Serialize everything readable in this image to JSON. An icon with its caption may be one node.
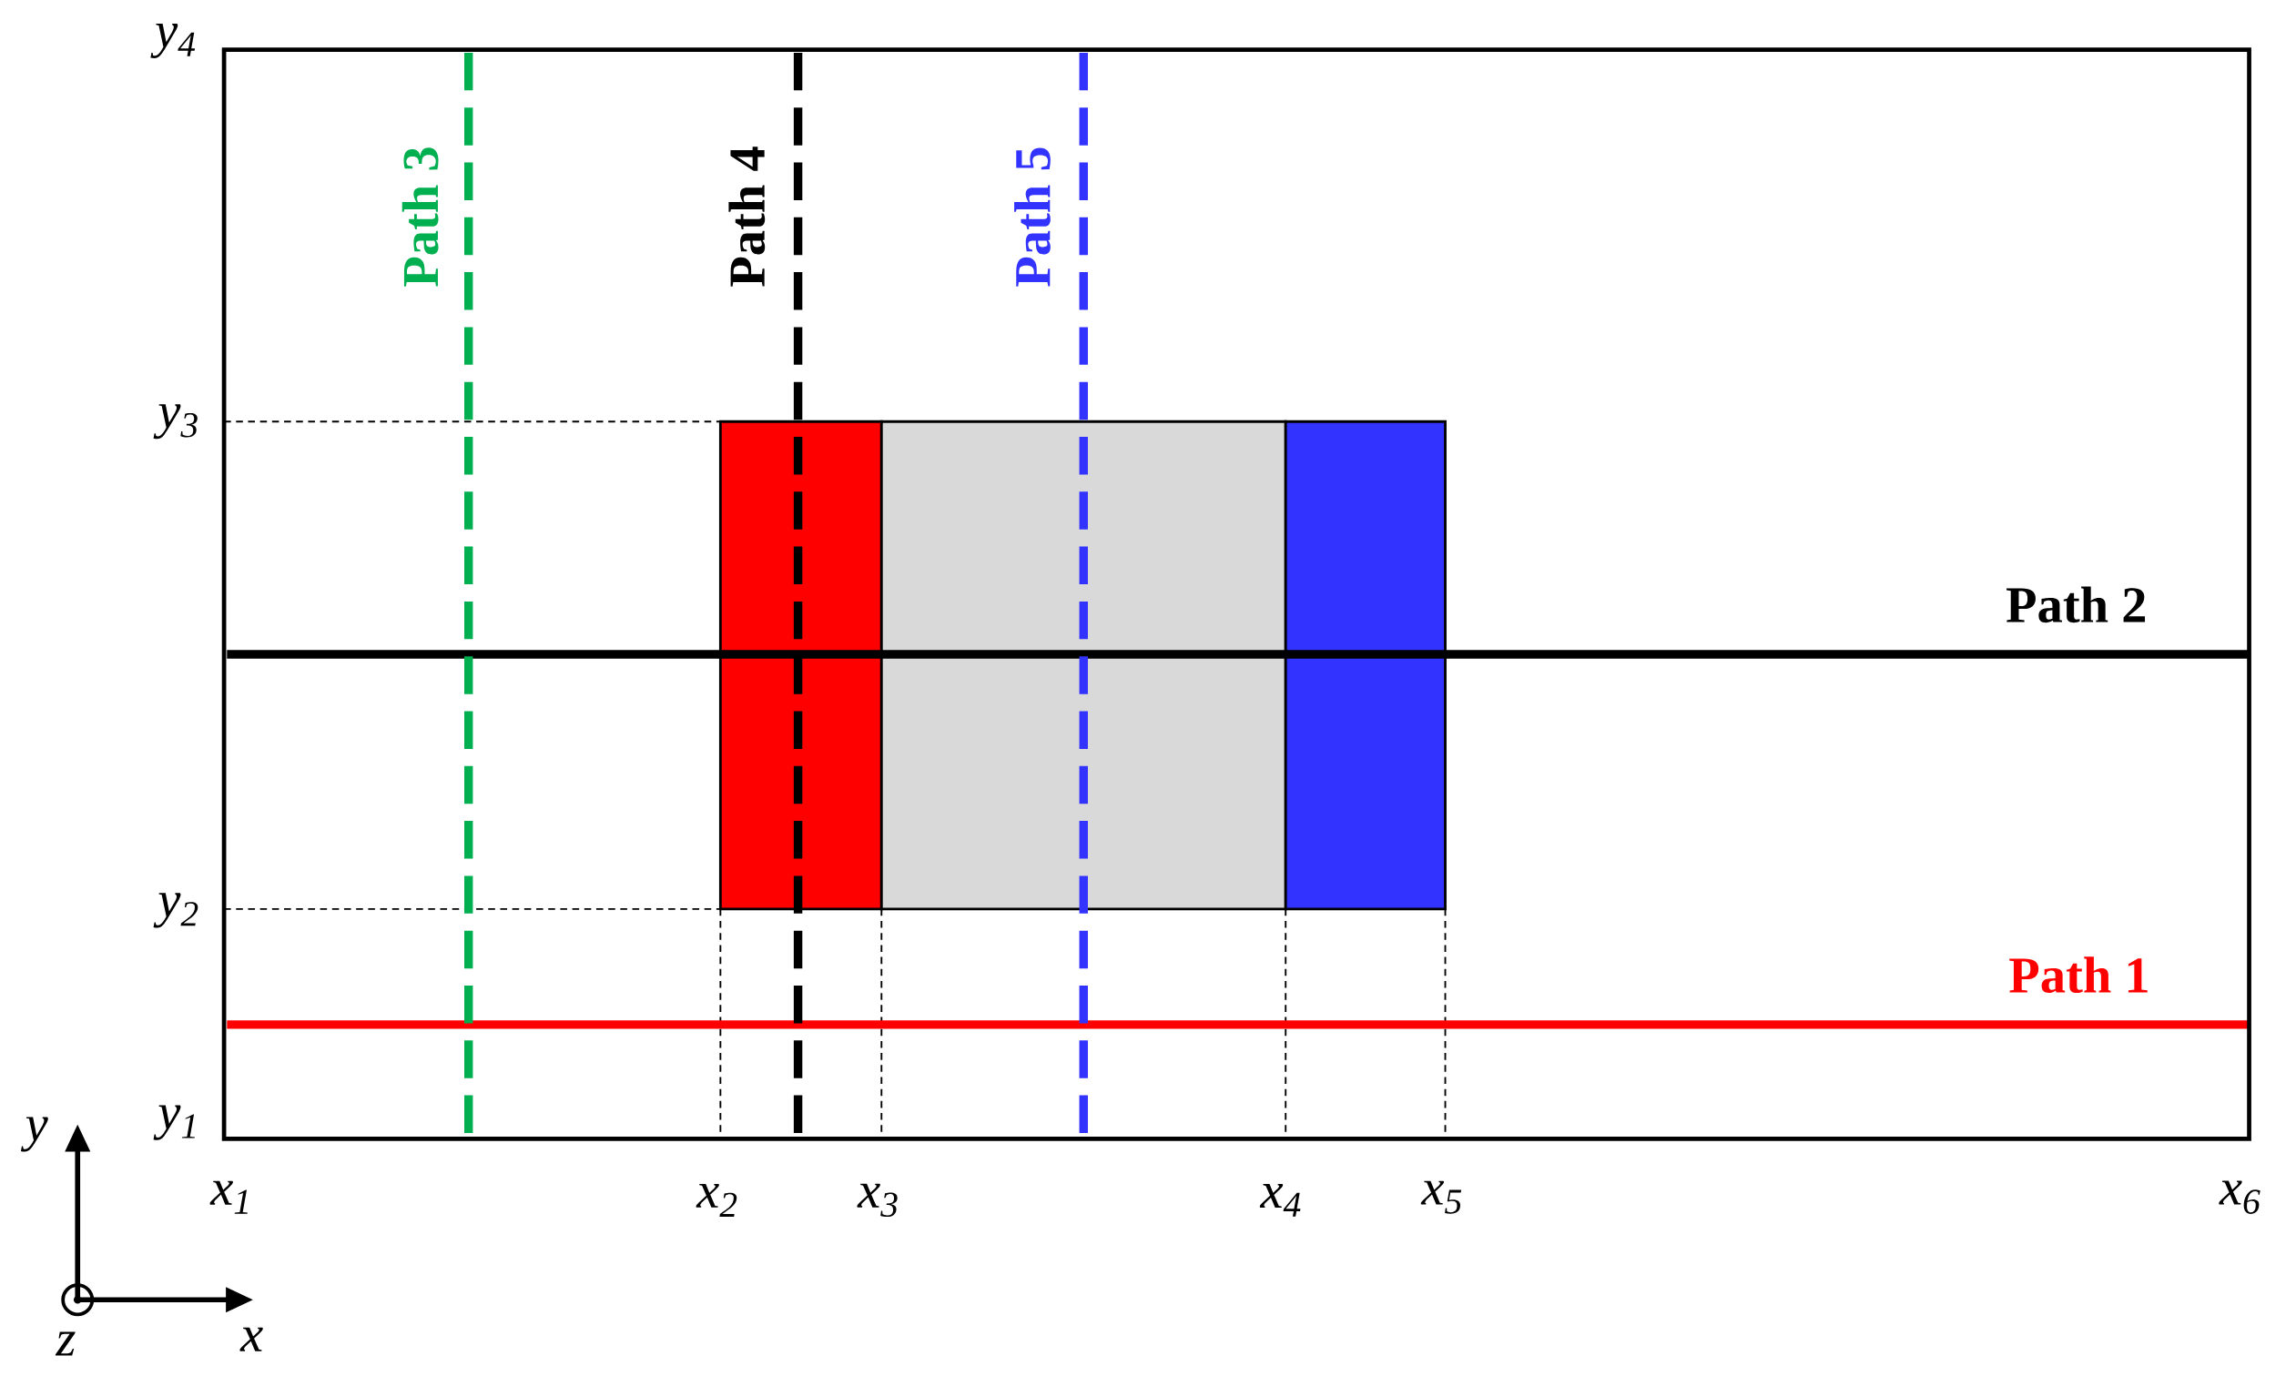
{
  "diagram": {
    "nodes": [
      {
        "text": [],
        "shape": "box"
      },
      {
        "text": [],
        "shape": "box"
      },
      {
        "text": [],
        "shape": "box"
      }
    ],
    "labels": [
      "y$_{4}$",
      "Path 3",
      "Path 4",
      "Path 5",
      "y$_{3}$",
      "Path 2",
      "y$_{2}$",
      "Path 1",
      "y$_{1}$",
      "x$_{1}$",
      "x$_{2}$",
      "x$_{3}$",
      "x$_{4}$",
      "x$_{5}$",
      "x$_{6}$",
      "y",
      "z",
      "x"
    ]
  }
}
